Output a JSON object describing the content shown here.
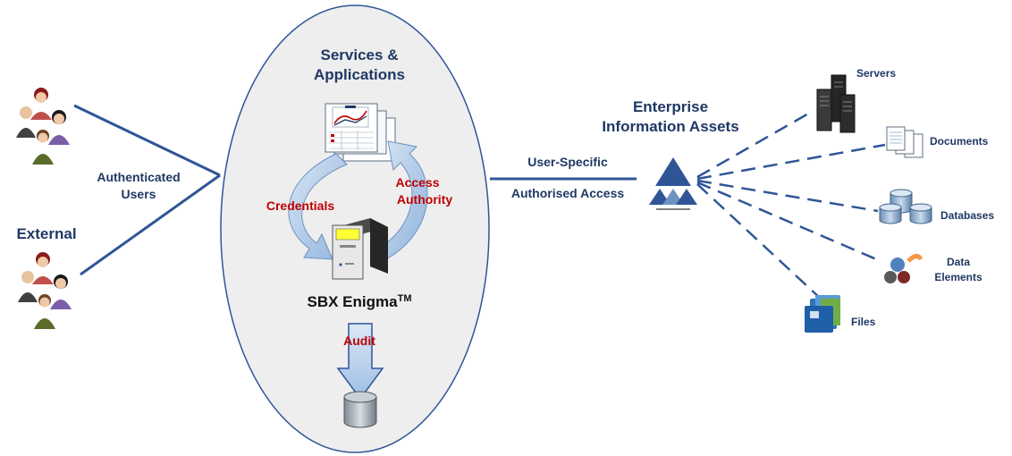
{
  "users": {
    "label_authenticated": "Authenticated",
    "label_users": "Users",
    "label_external": "External"
  },
  "services": {
    "title_line1": "Services &",
    "title_line2": "Applications",
    "credentials": "Credentials",
    "access": "Access",
    "authority": "Authority",
    "product": "SBX  Enigma",
    "trademark": "TM",
    "audit": "Audit"
  },
  "access_link": {
    "line1": "User-Specific",
    "line2": "Authorised Access"
  },
  "enterprise": {
    "line1": "Enterprise",
    "line2": "Information Assets"
  },
  "assets": {
    "servers": "Servers",
    "documents": "Documents",
    "databases": "Databases",
    "data_line1": "Data",
    "data_line2": "Elements",
    "files": "Files"
  },
  "colors": {
    "navy": "#1f3864",
    "connector": "#2f5597",
    "accent_red": "#c00000",
    "ellipse_fill": "#eeeeee"
  }
}
